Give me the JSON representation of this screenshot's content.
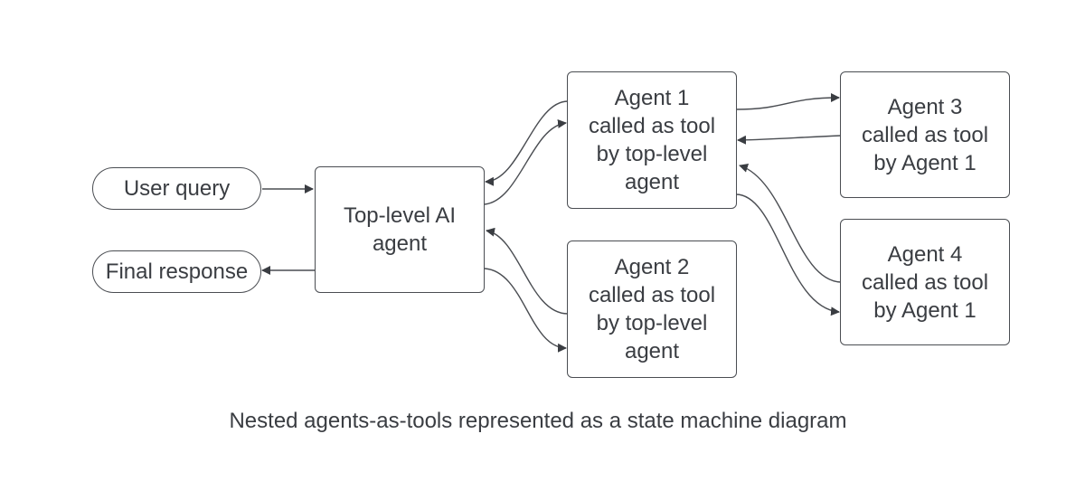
{
  "diagram": {
    "type": "state-machine",
    "caption": "Nested agents-as-tools represented as a state machine diagram",
    "nodes": {
      "user_query": "User query",
      "final_response": "Final response",
      "top_level": "Top-level AI\nagent",
      "agent1": "Agent 1\ncalled as tool\nby top-level\nagent",
      "agent2": "Agent 2\ncalled as tool\nby top-level\nagent",
      "agent3": "Agent 3\ncalled as tool\nby Agent 1",
      "agent4": "Agent 4\ncalled as tool\nby Agent 1"
    },
    "edges": [
      {
        "from": "User query",
        "to": "Top-level AI agent"
      },
      {
        "from": "Top-level AI agent",
        "to": "Final response"
      },
      {
        "from": "Top-level AI agent",
        "to": "Agent 1"
      },
      {
        "from": "Agent 1",
        "to": "Top-level AI agent"
      },
      {
        "from": "Top-level AI agent",
        "to": "Agent 2"
      },
      {
        "from": "Agent 2",
        "to": "Top-level AI agent"
      },
      {
        "from": "Agent 1",
        "to": "Agent 3"
      },
      {
        "from": "Agent 3",
        "to": "Agent 1"
      },
      {
        "from": "Agent 1",
        "to": "Agent 4"
      },
      {
        "from": "Agent 4",
        "to": "Agent 1"
      }
    ]
  }
}
